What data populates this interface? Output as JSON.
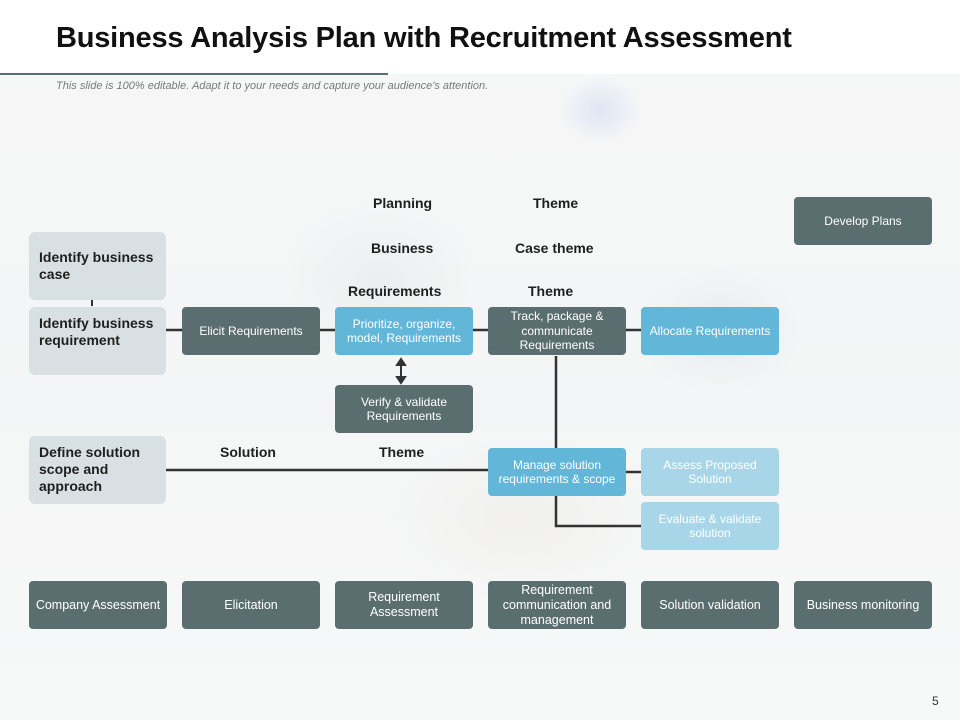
{
  "slide": {
    "title": "Business Analysis Plan with Recruitment Assessment",
    "subtitle": "This slide is 100% editable. Adapt it to your needs and capture your audience's attention.",
    "page_number": "5"
  },
  "labels": {
    "planning": "Planning",
    "theme_1": "Theme",
    "business": "Business",
    "case_theme": "Case theme",
    "requirements": "Requirements",
    "theme_2": "Theme",
    "solution": "Solution",
    "theme_3": "Theme"
  },
  "left_column": {
    "identify_business_case": "Identify business case",
    "identify_business_requirement": "Identify business requirement",
    "define_solution_scope": "Define solution scope and approach"
  },
  "process": {
    "develop_plans": "Develop Plans",
    "elicit_requirements": "Elicit Requirements",
    "prioritize": "Prioritize, organize, model, Requirements",
    "track_package": "Track, package & communicate Requirements",
    "allocate": "Allocate Requirements",
    "verify_validate": "Verify & validate Requirements",
    "manage_solution": "Manage solution requirements & scope",
    "assess_solution": "Assess Proposed Solution",
    "evaluate_validate": "Evaluate & validate solution"
  },
  "bottom_row": [
    "Company Assessment",
    "Elicitation",
    "Requirement Assessment",
    "Requirement communication and management",
    "Solution validation",
    "Business monitoring"
  ],
  "colors": {
    "dark_box": "#5a6e6f",
    "blue_box": "#62b7d9",
    "light_blue_box": "#a8d6e8",
    "side_box": "#d9e0e3",
    "connector": "#333333"
  }
}
